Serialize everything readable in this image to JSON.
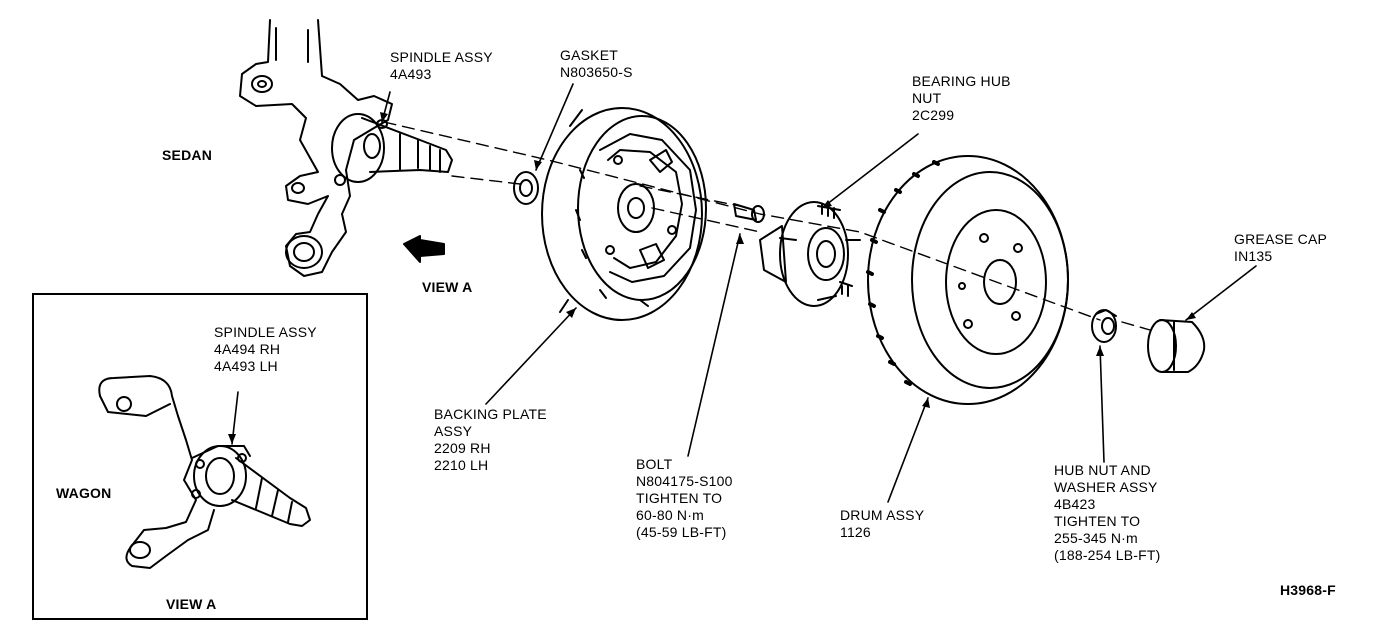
{
  "labels": {
    "spindle_sedan": [
      "SPINDLE ASSY",
      "4A493"
    ],
    "gasket": [
      "GASKET",
      "N803650-S"
    ],
    "bearing_hub_nut": [
      "BEARING HUB",
      "NUT",
      "2C299"
    ],
    "sedan": "SEDAN",
    "view_a_arrow": "VIEW A",
    "grease_cap": [
      "GREASE CAP",
      "IN135"
    ],
    "spindle_wagon": [
      "SPINDLE ASSY",
      "4A494 RH",
      "4A493 LH"
    ],
    "backing_plate": [
      "BACKING PLATE",
      "ASSY",
      "2209 RH",
      "2210 LH"
    ],
    "bolt": [
      "BOLT",
      "N804175-S100",
      "TIGHTEN TO",
      "60-80 N·m",
      "(45-59 LB-FT)"
    ],
    "drum": [
      "DRUM ASSY",
      "1126"
    ],
    "hub_nut_washer": [
      "HUB NUT AND",
      "WASHER ASSY",
      "4B423",
      "TIGHTEN TO",
      "255-345 N·m",
      "(188-254 LB-FT)"
    ],
    "wagon": "WAGON",
    "view_a_inset": "VIEW A",
    "figure_code": "H3968-F"
  },
  "colors": {
    "ink": "#000000",
    "paper": "#ffffff"
  }
}
